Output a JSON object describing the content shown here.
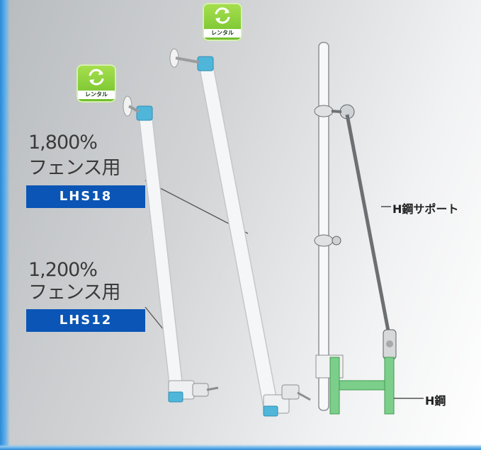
{
  "labels": {
    "long_size": "1,800%",
    "long_use": "フェンス用",
    "long_code": "LHS18",
    "short_size": "1,200%",
    "short_use": "フェンス用",
    "short_code": "LHS12"
  },
  "rental_badge": "レンタル",
  "parts": {
    "support": "H鋼サポート",
    "beam": "H鋼"
  },
  "colors": {
    "badge_blue": "#0a55b5",
    "rental_green": "#6fbf2b",
    "hbeam_green": "#7ccf8a",
    "edge_blue": "#2a89d6"
  }
}
